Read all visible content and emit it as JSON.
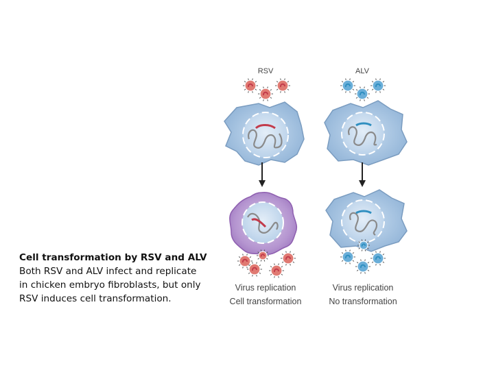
{
  "caption": {
    "title": "Cell transformation by RSV and ALV",
    "lines": [
      "Both RSV and ALV infect and replicate",
      "in chicken embryo fibroblasts, but only",
      "RSV induces cell transformation."
    ]
  },
  "figure": {
    "rsv": {
      "header": "RSV",
      "result_line1": "Virus replication",
      "result_line2": "Cell transformation",
      "virus_color": "#e07a72",
      "genome_color": "#c23b4b"
    },
    "alv": {
      "header": "ALV",
      "result_line1": "Virus replication",
      "result_line2": "No transformation",
      "virus_color": "#6aaed8",
      "genome_color": "#2f8fc0"
    },
    "colors": {
      "normal_cell_fill": "#a9c9e6",
      "normal_cell_edge": "#7a9cc0",
      "transformed_cell_fill": "#c4a9d8",
      "transformed_cell_edge": "#8e5fb0",
      "nucleus_fill": "#cfe0f2",
      "dna_color": "#8a8a8a",
      "arrow_color": "#222222"
    }
  }
}
